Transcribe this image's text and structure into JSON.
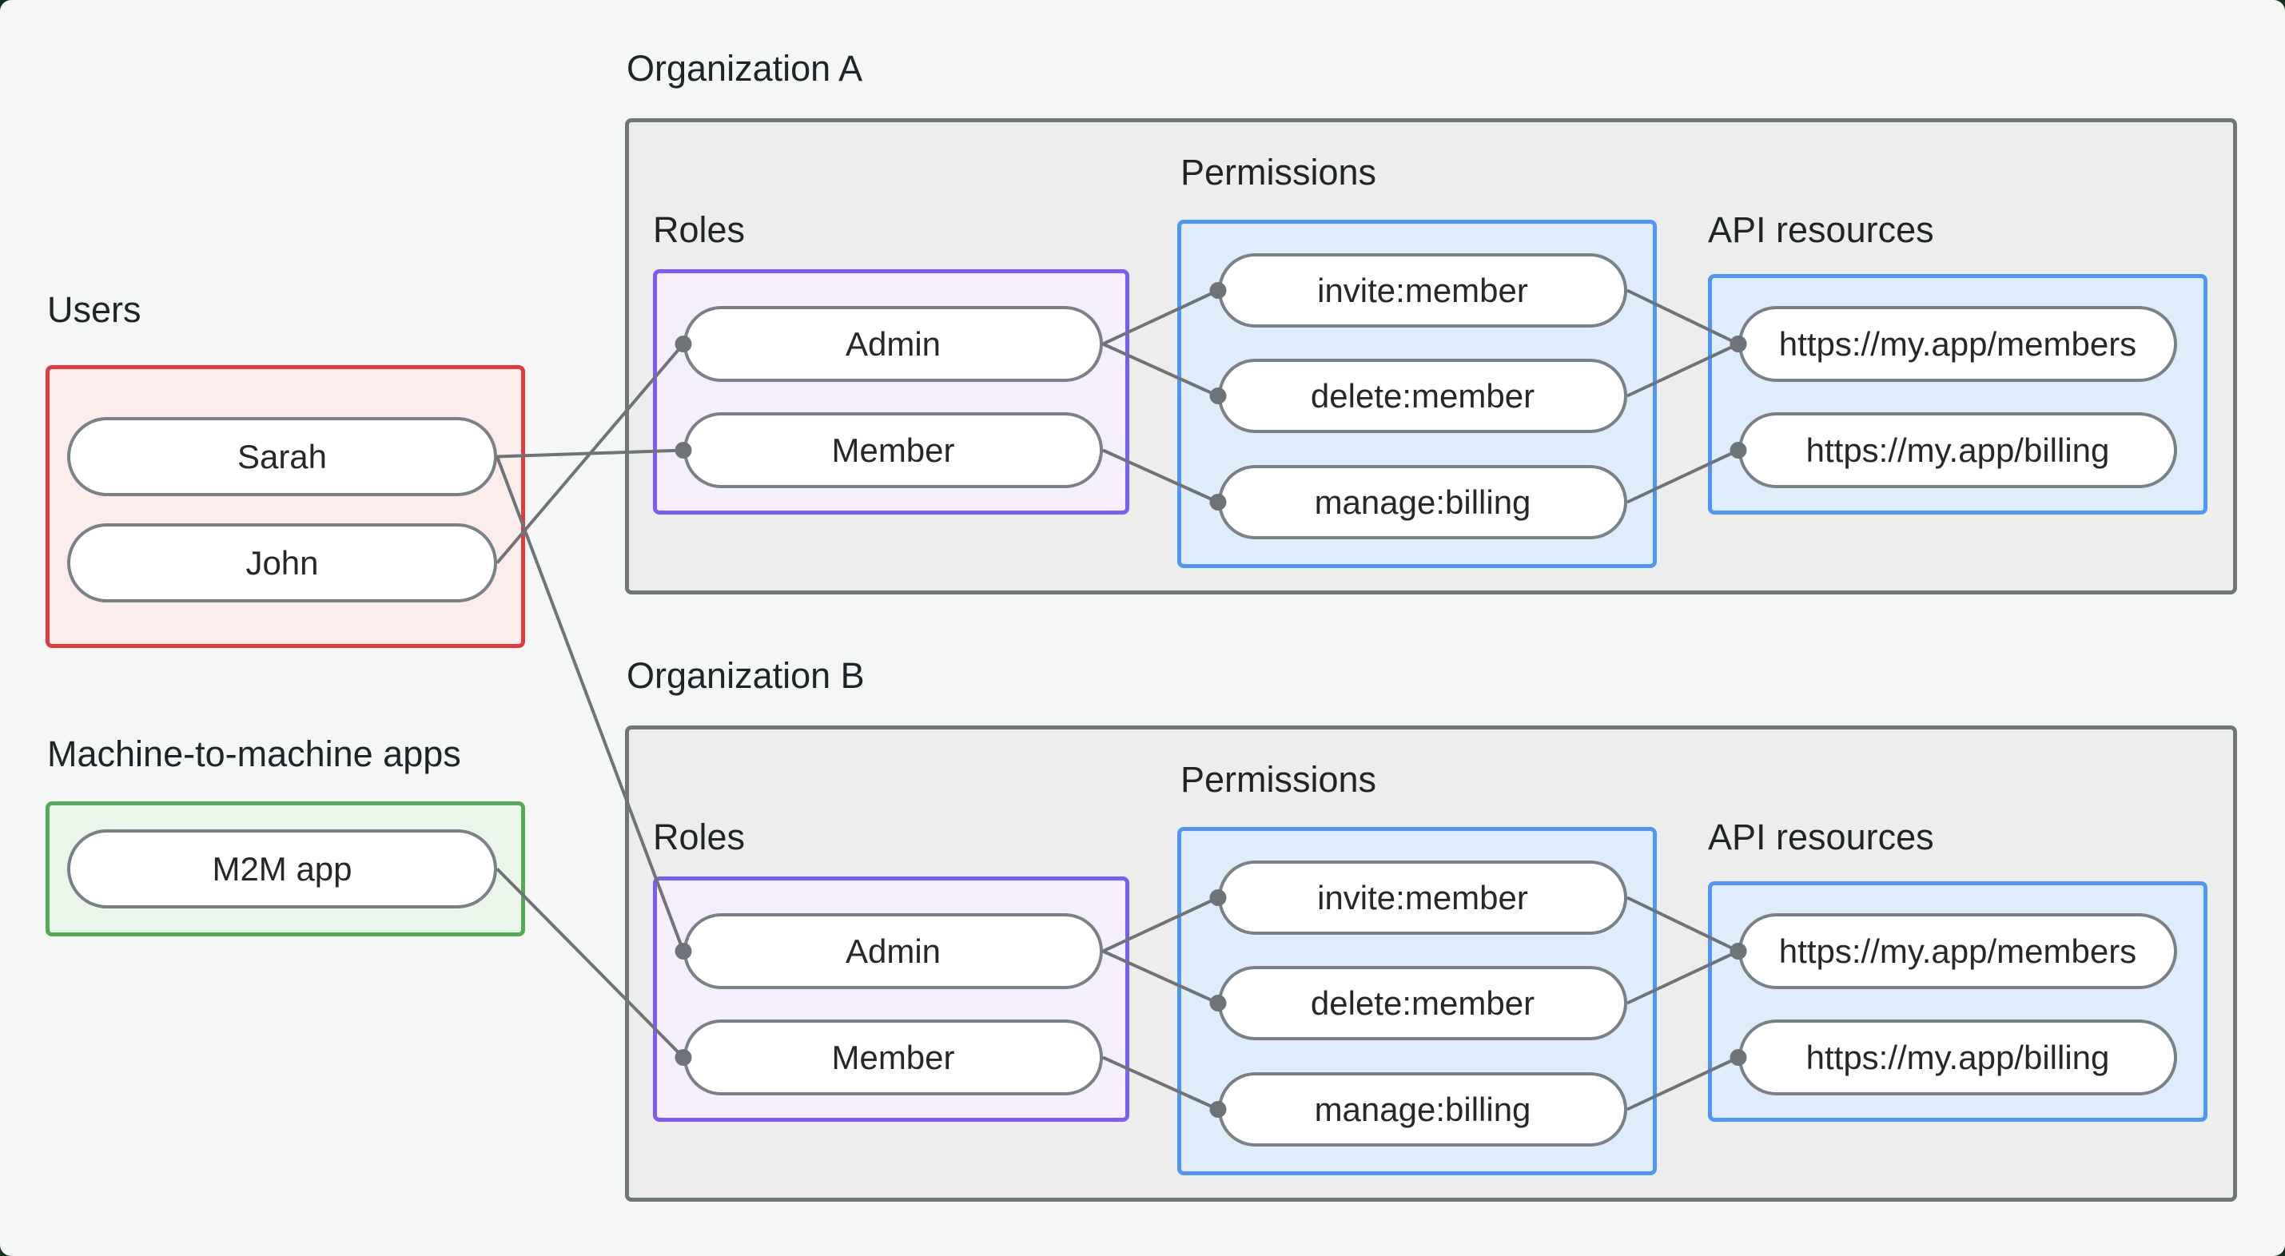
{
  "left_panel": {
    "users": {
      "label": "Users",
      "items": [
        {
          "key": "sarah",
          "label": "Sarah"
        },
        {
          "key": "john",
          "label": "John"
        }
      ]
    },
    "m2m": {
      "label": "Machine-to-machine apps",
      "items": [
        {
          "key": "m2m-app",
          "label": "M2M app"
        }
      ]
    }
  },
  "organizations": [
    {
      "title": "Organization A",
      "roles_label": "Roles",
      "permissions_label": "Permissions",
      "api_label": "API resources",
      "roles": [
        {
          "key": "orgA-admin",
          "label": "Admin"
        },
        {
          "key": "orgA-member",
          "label": "Member"
        }
      ],
      "permissions": [
        {
          "key": "orgA-invite",
          "label": "invite:member"
        },
        {
          "key": "orgA-delete",
          "label": "delete:member"
        },
        {
          "key": "orgA-manage",
          "label": "manage:billing"
        }
      ],
      "api_resources": [
        {
          "key": "orgA-members",
          "label": "https://my.app/members"
        },
        {
          "key": "orgA-billing",
          "label": "https://my.app/billing"
        }
      ]
    },
    {
      "title": "Organization B",
      "roles_label": "Roles",
      "permissions_label": "Permissions",
      "api_label": "API resources",
      "roles": [
        {
          "key": "orgB-admin",
          "label": "Admin"
        },
        {
          "key": "orgB-member",
          "label": "Member"
        }
      ],
      "permissions": [
        {
          "key": "orgB-invite",
          "label": "invite:member"
        },
        {
          "key": "orgB-delete",
          "label": "delete:member"
        },
        {
          "key": "orgB-manage",
          "label": "manage:billing"
        }
      ],
      "api_resources": [
        {
          "key": "orgB-members",
          "label": "https://my.app/members"
        },
        {
          "key": "orgB-billing",
          "label": "https://my.app/billing"
        }
      ]
    }
  ],
  "connections": [
    {
      "from": "sarah",
      "to": "orgA-member"
    },
    {
      "from": "john",
      "to": "orgA-admin"
    },
    {
      "from": "sarah",
      "to": "orgB-admin"
    },
    {
      "from": "m2m-app",
      "to": "orgB-member"
    },
    {
      "from": "orgA-admin",
      "to": "orgA-invite"
    },
    {
      "from": "orgA-admin",
      "to": "orgA-delete"
    },
    {
      "from": "orgA-member",
      "to": "orgA-manage"
    },
    {
      "from": "orgA-invite",
      "to": "orgA-members"
    },
    {
      "from": "orgA-delete",
      "to": "orgA-members"
    },
    {
      "from": "orgA-manage",
      "to": "orgA-billing"
    },
    {
      "from": "orgB-admin",
      "to": "orgB-invite"
    },
    {
      "from": "orgB-admin",
      "to": "orgB-delete"
    },
    {
      "from": "orgB-member",
      "to": "orgB-manage"
    },
    {
      "from": "orgB-invite",
      "to": "orgB-members"
    },
    {
      "from": "orgB-delete",
      "to": "orgB-members"
    },
    {
      "from": "orgB-manage",
      "to": "orgB-billing"
    }
  ],
  "colors": {
    "page_background": "#f5f7f6",
    "backdrop": "#16301f",
    "users_border": "#e03a3a",
    "users_fill": "#fdecec",
    "m2m_border": "#53ab57",
    "m2m_fill": "#eaf6ea",
    "roles_border": "#7b5cf6",
    "roles_fill": "#f4eefd",
    "permissions_border": "#4f96f7",
    "permissions_fill": "#dfecfb",
    "org_border": "#6f7676",
    "org_fill": "#ededec",
    "pill_border": "#798086",
    "wire": "#6d7377",
    "text": "#1f2428"
  }
}
